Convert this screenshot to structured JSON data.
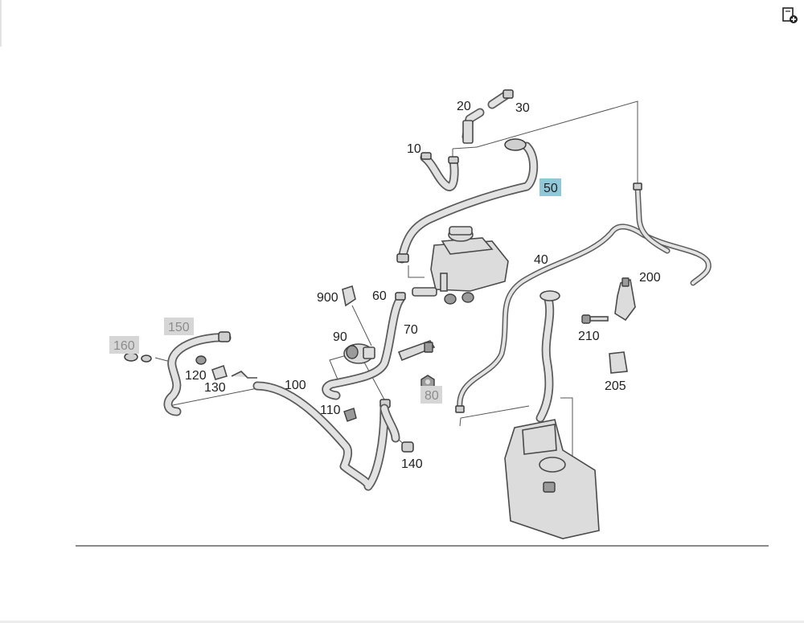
{
  "toolbar": {
    "icon": "page-add-icon"
  },
  "diagram": {
    "labels": {
      "p10": "10",
      "p20": "20",
      "p30": "30",
      "p40": "40",
      "p50": "50",
      "p60": "60",
      "p70": "70",
      "p80": "80",
      "p90": "90",
      "p100": "100",
      "p110": "110",
      "p120": "120",
      "p130": "130",
      "p140": "140",
      "p150": "150",
      "p160": "160",
      "p200": "200",
      "p205": "205",
      "p210": "210",
      "p900": "900"
    },
    "colors": {
      "selected_highlight": "#8fc8d8",
      "muted_highlight": "#d6d6d6",
      "muted_text": "#8c8c8c"
    },
    "selected_part": "50",
    "muted_parts": [
      "80",
      "150",
      "160"
    ]
  }
}
